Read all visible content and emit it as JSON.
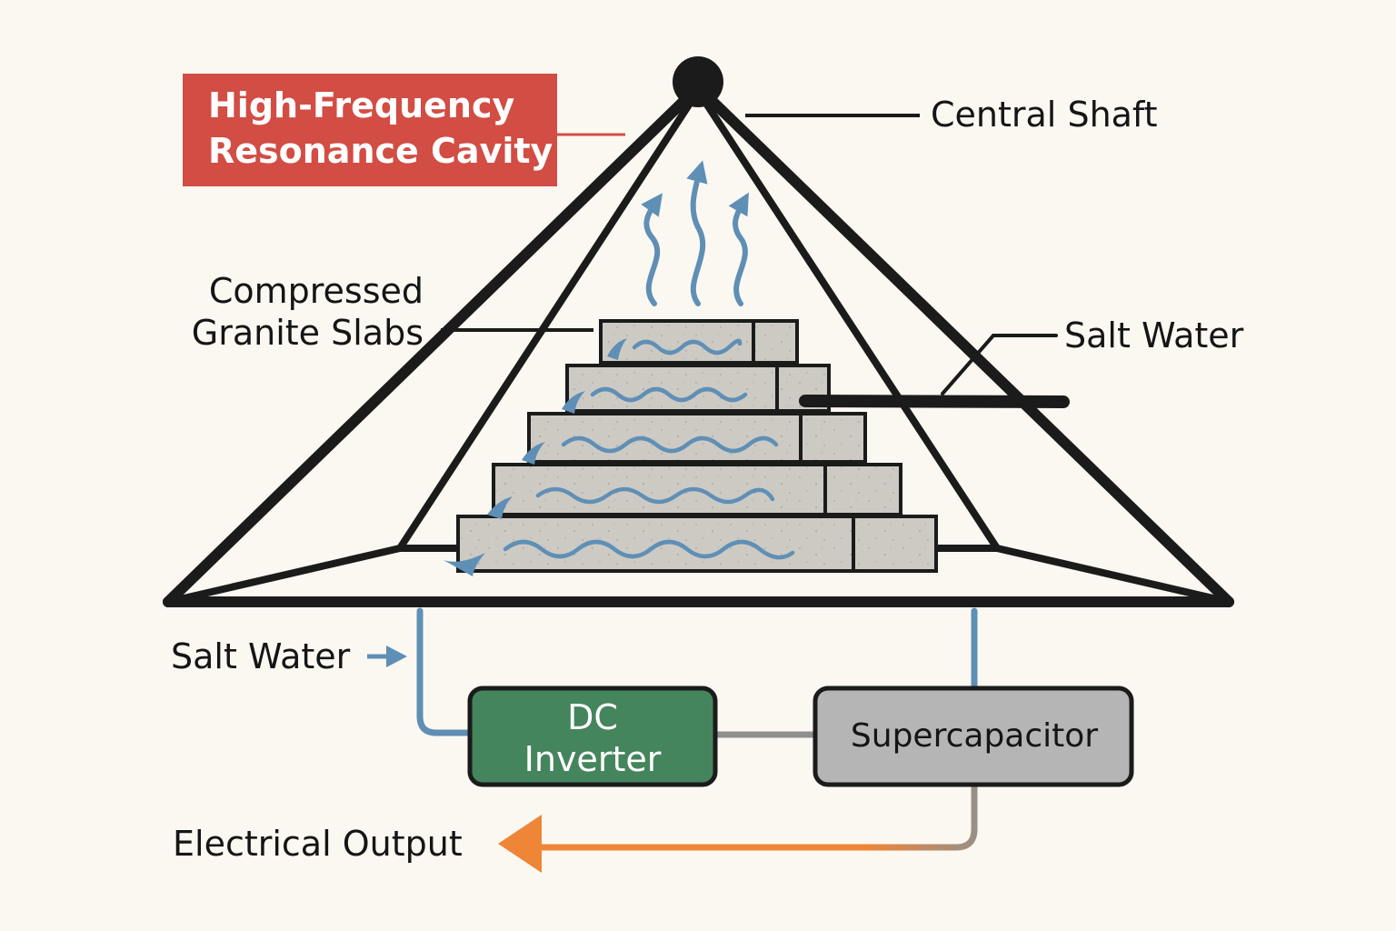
{
  "labels": {
    "cavity_line1": "High-Frequency",
    "cavity_line2": "Resonance Cavity",
    "central_shaft": "Central Shaft",
    "granite_line1": "Compressed",
    "granite_line2": "Granite Slabs",
    "salt_water_right": "Salt Water",
    "salt_water_left": "Salt Water",
    "dc_line1": "DC",
    "dc_line2": "Inverter",
    "supercapacitor": "Supercapacitor",
    "electrical_output": "Electrical Output"
  },
  "colors": {
    "background": "#fbf8f2",
    "outline": "#1b1b1b",
    "cavity_red": "#d24d44",
    "granite": "#cdcac4",
    "water_blue": "#5f8fb5",
    "inverter_green": "#45855d",
    "capacitor_gray": "#b5b5b5",
    "output_orange": "#ef8536",
    "wire_gray": "#8f8f8f"
  }
}
